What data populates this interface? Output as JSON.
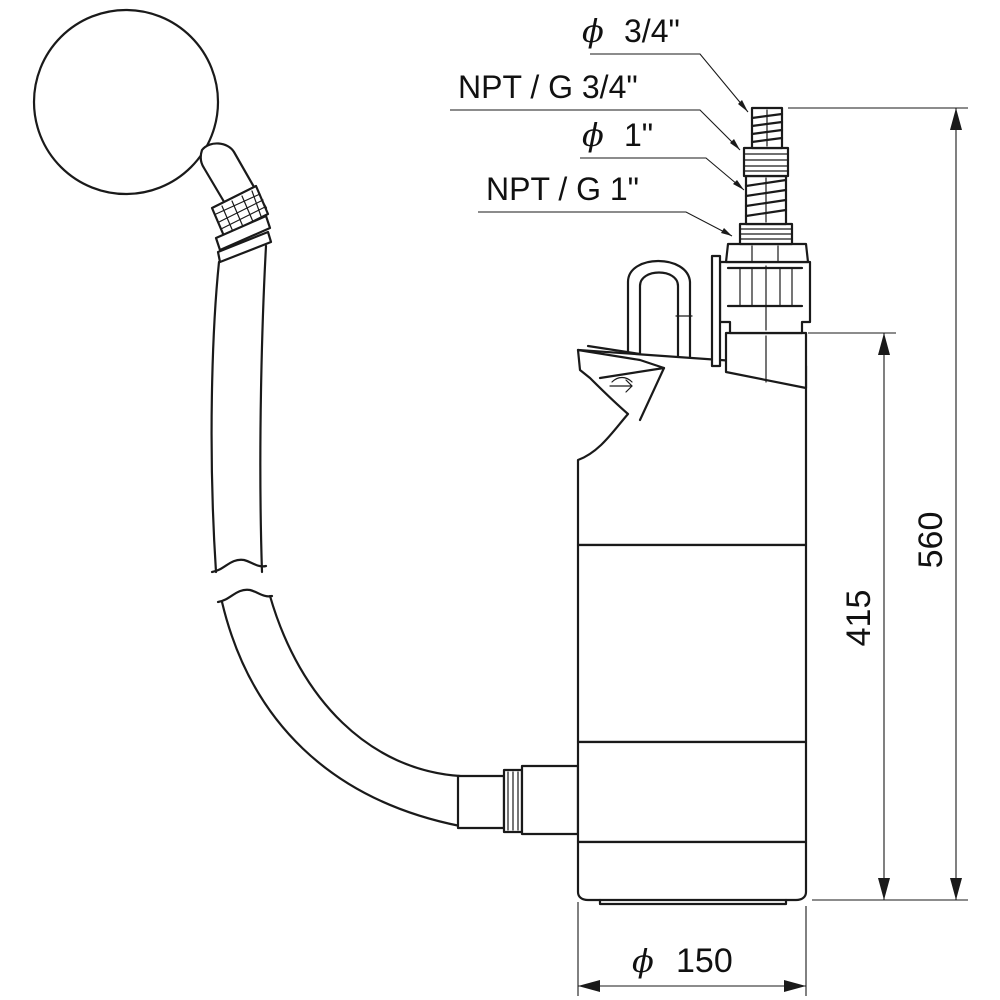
{
  "labels": {
    "outlet_hose_diameter_small": "3/4\"",
    "outlet_thread_small": "NPT / G 3/4\"",
    "outlet_hose_diameter_large": "1\"",
    "outlet_thread_large": "NPT / G 1\"",
    "total_height": "560",
    "body_height": "415",
    "body_diameter": "150",
    "diameter_symbol": "ϕ"
  },
  "colors": {
    "line": "#1a1a1a",
    "background": "#ffffff"
  }
}
